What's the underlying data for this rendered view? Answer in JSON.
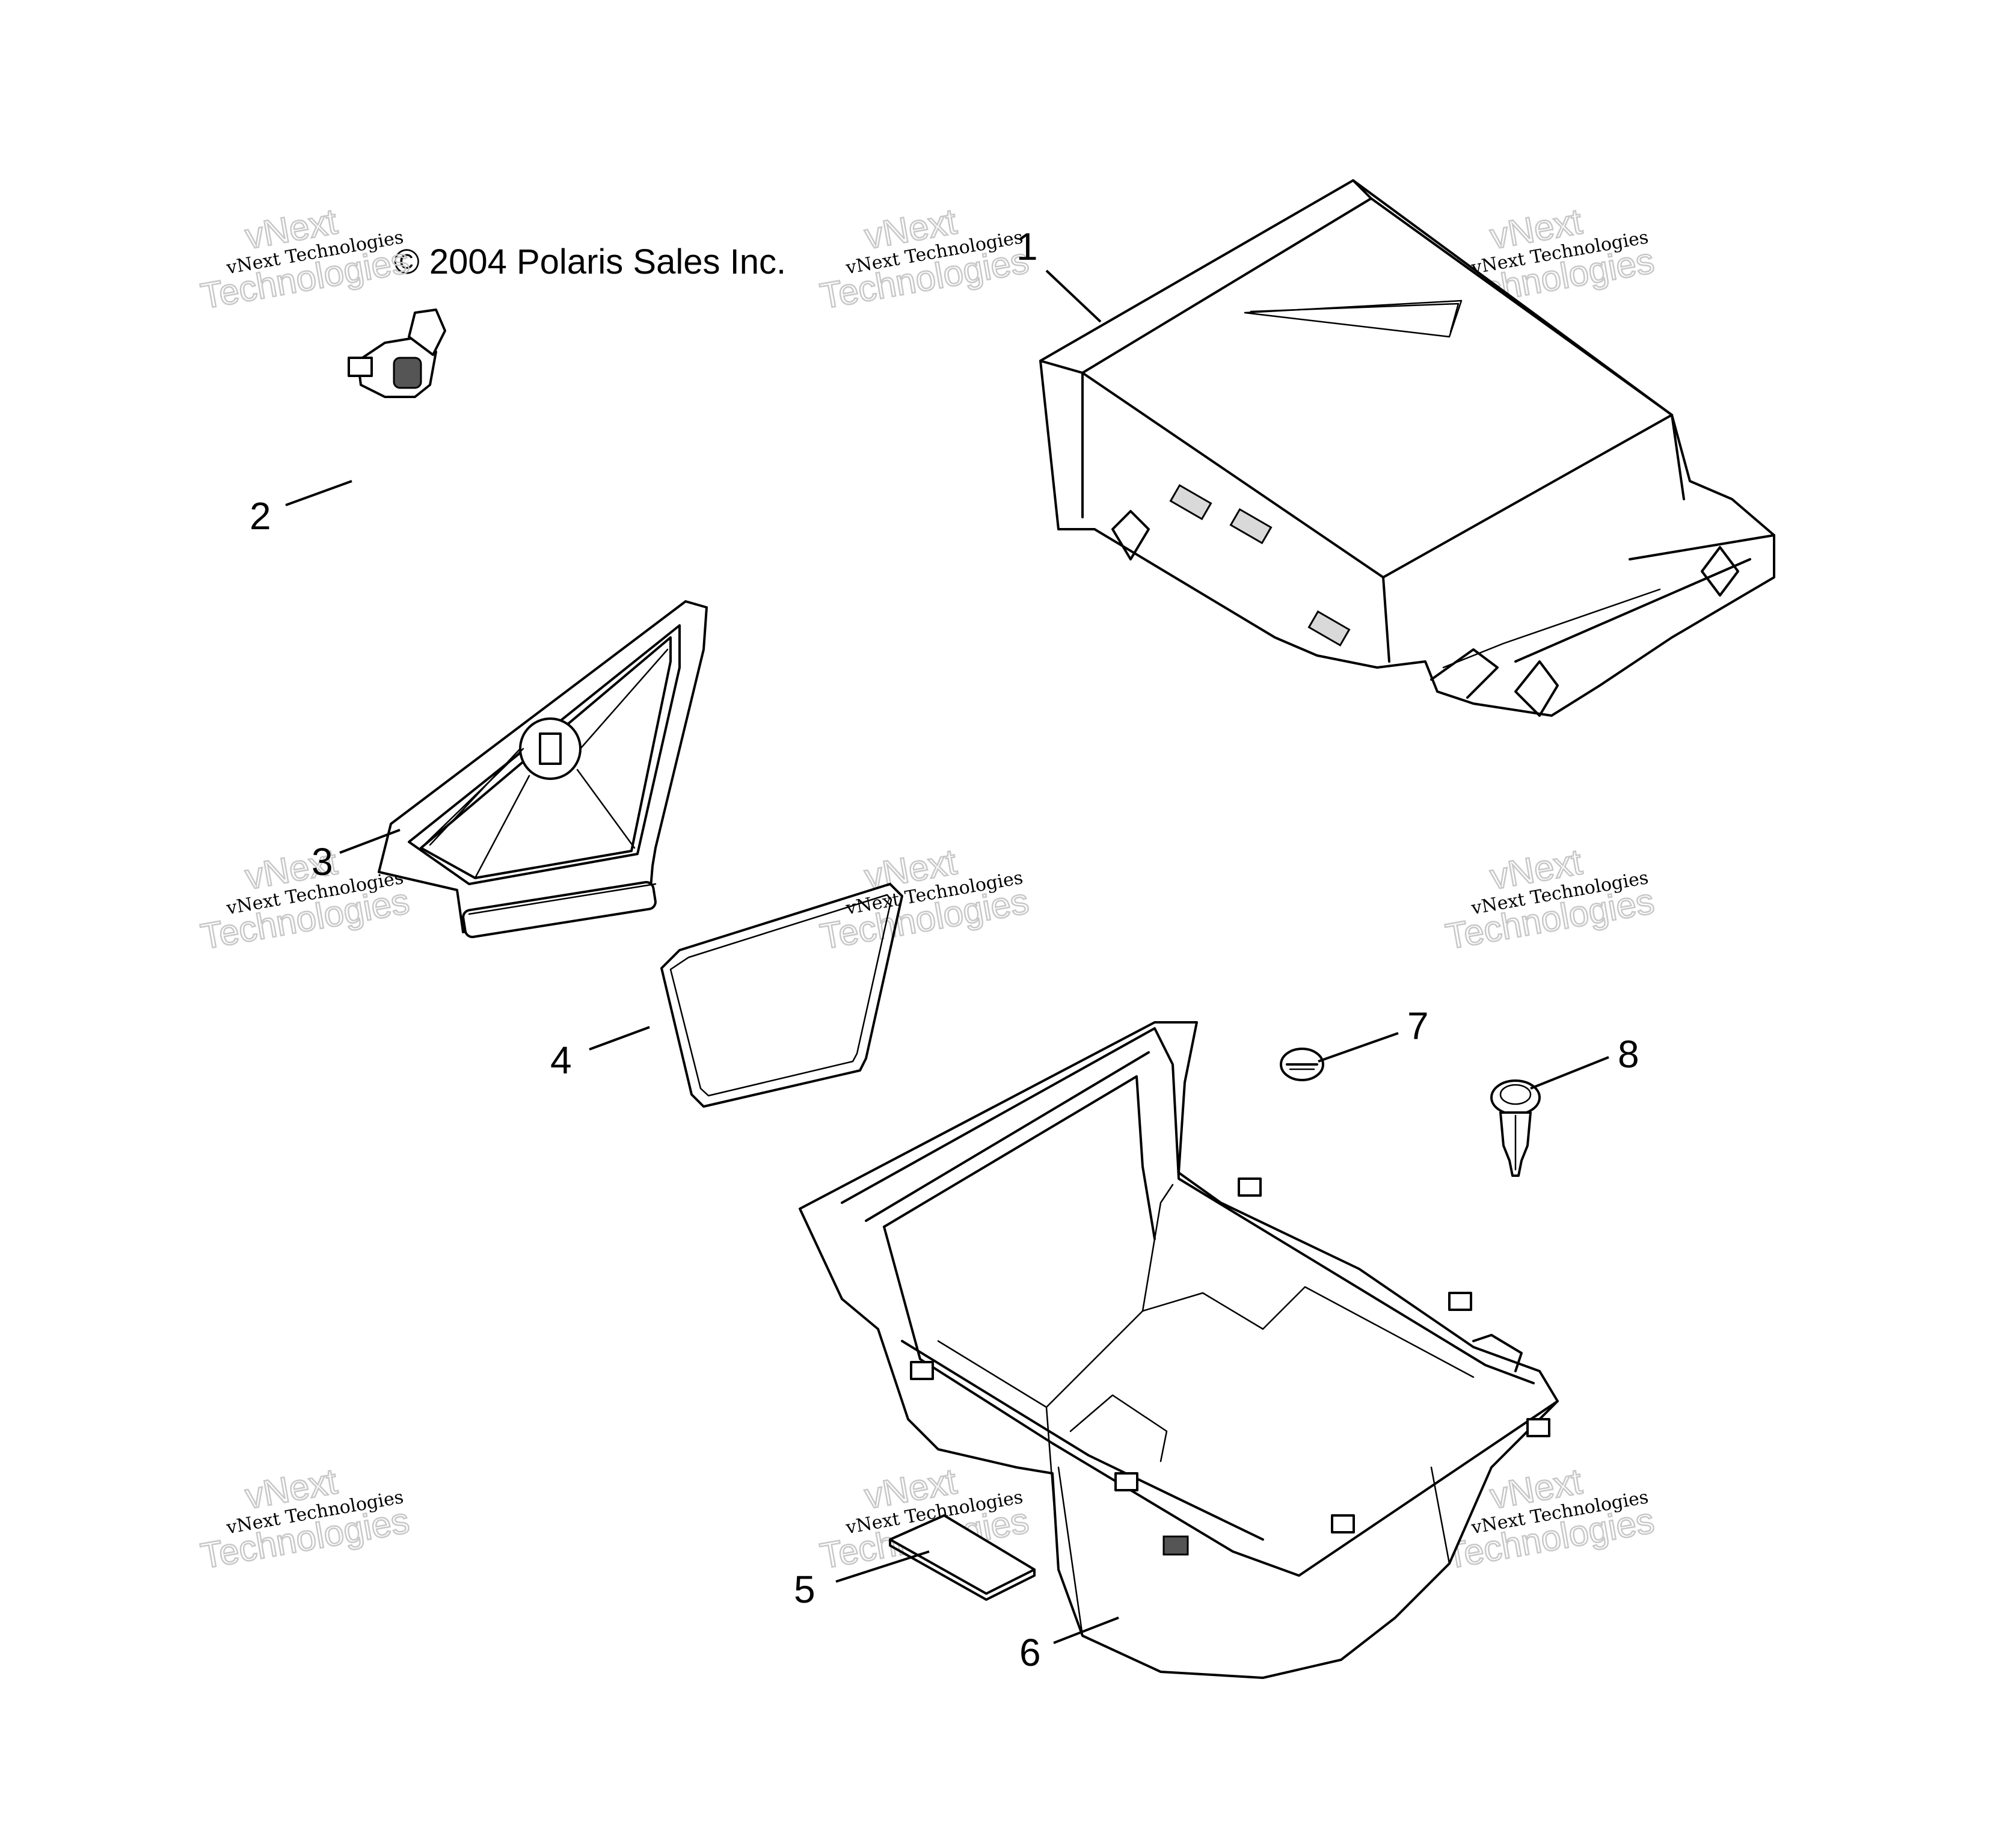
{
  "copyright": "© 2004 Polaris Sales Inc.",
  "watermark": {
    "small": "vNext Technologies",
    "big_line1": "vNext",
    "big_line2": "Technologies"
  },
  "callouts": [
    "1",
    "2",
    "3",
    "4",
    "5",
    "6",
    "7",
    "8"
  ]
}
